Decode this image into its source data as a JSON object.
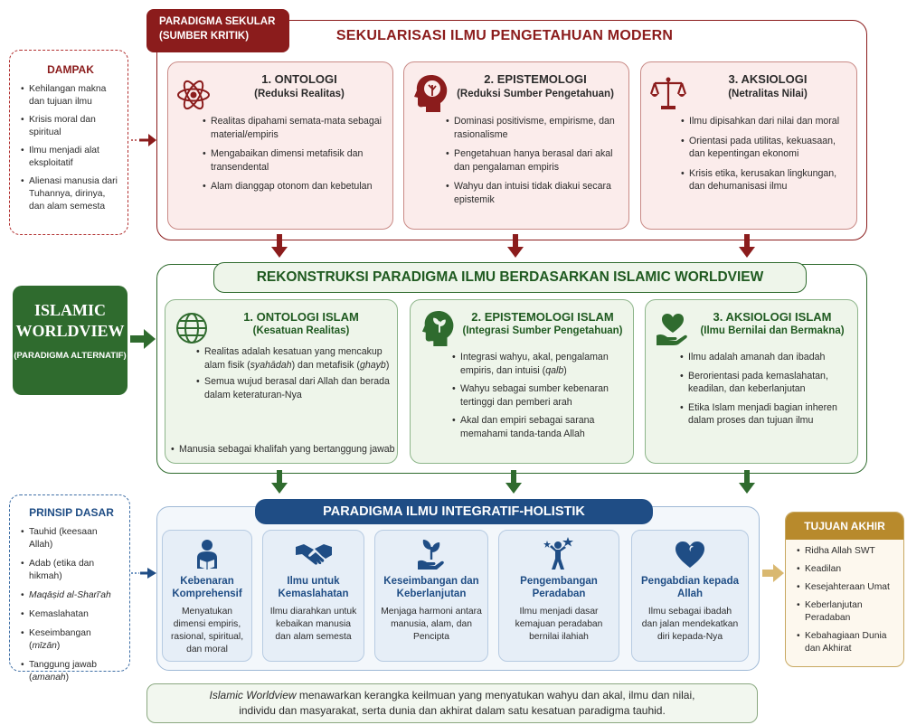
{
  "secular": {
    "tag_line1": "PARADIGMA SEKULAR",
    "tag_line2": "(SUMBER KRITIK)",
    "title": "SEKULARISASI ILMU PENGETAHUAN MODERN",
    "cards": [
      {
        "title": "1. ONTOLOGI",
        "subtitle": "(Reduksi Realitas)",
        "items": [
          "Realitas dipahami semata-mata sebagai material/empiris",
          "Mengabaikan dimensi metafisik dan transendental",
          "Alam dianggap otonom dan kebetulan"
        ]
      },
      {
        "title": "2. EPISTEMOLOGI",
        "subtitle": "(Reduksi Sumber Pengetahuan)",
        "items": [
          "Dominasi positivisme, empirisme, dan rasionalisme",
          "Pengetahuan hanya berasal dari akal dan pengalaman empiris",
          "Wahyu dan intuisi tidak diakui secara epistemik"
        ]
      },
      {
        "title": "3. AKSIOLOGI",
        "subtitle": "(Netralitas Nilai)",
        "items": [
          "Ilmu dipisahkan dari nilai dan moral",
          "Orientasi pada utilitas, kekuasaan, dan kepentingan ekonomi",
          "Krisis etika, kerusakan lingkungan, dan dehumanisasi ilmu"
        ]
      }
    ]
  },
  "dampak": {
    "title": "DAMPAK",
    "items": [
      "Kehilangan makna dan tujuan ilmu",
      "Krisis moral dan spiritual",
      "Ilmu menjadi alat eksploitatif",
      "Alienasi manusia dari Tuhannya, dirinya, dan alam semesta"
    ]
  },
  "islamic": {
    "title": "REKONSTRUKSI PARADIGMA ILMU BERDASARKAN ISLAMIC WORLDVIEW",
    "box_line1": "ISLAMIC",
    "box_line2": "WORLDVIEW",
    "box_sub": "(PARADIGMA ALTERNATIF)",
    "cards": [
      {
        "title": "1. ONTOLOGI ISLAM",
        "subtitle": "(Kesatuan Realitas)",
        "item1_pre": "Realitas adalah kesatuan yang mencakup alam fisik (",
        "item1_em1": "syahādah",
        "item1_mid": ") dan metafisik (",
        "item1_em2": "ghayb",
        "item1_post": ")",
        "item2": "Semua wujud berasal dari Allah dan berada dalam keteraturan-Nya",
        "item3": "Manusia sebagai khalifah yang bertanggung jawab"
      },
      {
        "title": "2. EPISTEMOLOGI ISLAM",
        "subtitle": "(Integrasi Sumber Pengetahuan)",
        "item1_pre": "Integrasi wahyu, akal, pengalaman empiris, dan intuisi (",
        "item1_em": "qalb",
        "item1_post": ")",
        "item2": "Wahyu sebagai sumber kebenaran tertinggi dan pemberi arah",
        "item3": "Akal dan empiri sebagai sarana memahami tanda-tanda Allah"
      },
      {
        "title": "3. AKSIOLOGI ISLAM",
        "subtitle": "(Ilmu Bernilai dan Bermakna)",
        "items": [
          "Ilmu adalah amanah dan ibadah",
          "Berorientasi pada kemaslahatan, keadilan, dan keberlanjutan",
          "Etika Islam menjadi bagian inheren dalam proses dan tujuan ilmu"
        ]
      }
    ]
  },
  "holistic": {
    "title": "PARADIGMA ILMU INTEGRATIF-HOLISTIK",
    "cards": [
      {
        "title": "Kebenaran Komprehensif",
        "desc": "Menyatukan dimensi empiris, rasional, spiritual, dan moral"
      },
      {
        "title": "Ilmu untuk Kemaslahatan",
        "desc": "Ilmu diarahkan untuk kebaikan manusia dan alam semesta"
      },
      {
        "title": "Keseimbangan dan Keberlanjutan",
        "desc": "Menjaga harmoni antara manusia, alam, dan Pencipta"
      },
      {
        "title": "Pengembangan Peradaban",
        "desc": "Ilmu menjadi dasar kemajuan peradaban bernilai ilahiah"
      },
      {
        "title": "Pengabdian kepada Allah",
        "desc": "Ilmu sebagai ibadah dan jalan mendekatkan diri kepada-Nya"
      }
    ]
  },
  "prinsip": {
    "title": "PRINSIP DASAR",
    "items": {
      "tauhid": "Tauhid (keesaan Allah)",
      "adab": "Adab (etika dan hikmah)",
      "maqasid": "Maqāṣid al-Sharī'ah",
      "kemaslahatan": "Kemaslahatan",
      "keseimbangan_pre": "Keseimbangan (",
      "keseimbangan_em": "mīzān",
      "keseimbangan_post": ")",
      "tanggung_pre": "Tanggung jawab (",
      "tanggung_em": "amanah",
      "tanggung_post": ")"
    }
  },
  "tujuan": {
    "title": "TUJUAN AKHIR",
    "items": [
      "Ridha Allah SWT",
      "Keadilan",
      "Kesejahteraan Umat",
      "Keberlanjutan Peradaban",
      "Kebahagiaan Dunia dan Akhirat"
    ]
  },
  "footer": {
    "em": "Islamic Worldview",
    "line1_rest": " menawarkan kerangka keilmuan yang menyatukan wahyu dan akal, ilmu dan nilai,",
    "line2": "individu dan masyarakat, serta dunia dan akhirat dalam satu kesatuan paradigma tauhid."
  },
  "colors": {
    "red": "#8b1c1c",
    "green": "#2f6b2e",
    "blue": "#1f4d85",
    "gold": "#b88a2c"
  }
}
